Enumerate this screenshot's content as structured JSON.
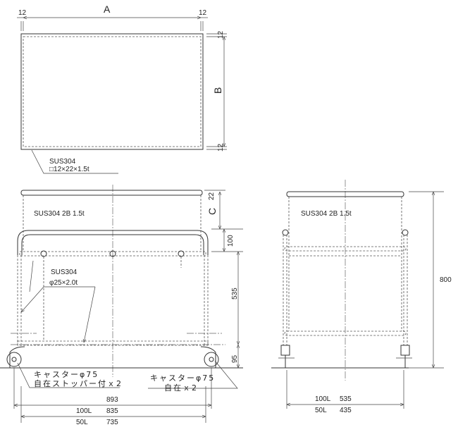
{
  "top_view": {
    "dim_a": "A",
    "dim_b": "B",
    "margin_left": "12",
    "margin_right": "12",
    "margin_top": "12",
    "margin_bottom": "12",
    "frame_material": "SUS304",
    "frame_spec": "□12×22×1.5t"
  },
  "front_view": {
    "body_material": "SUS304  2B  1.5t",
    "rim_dim": "22",
    "dim_c": "C",
    "dim_handle": "100",
    "dim_body": "535",
    "dim_caster": "95",
    "pipe_material": "SUS304",
    "pipe_spec": "φ25×2.0t",
    "caster_left_line1": "キャスターφ75",
    "caster_left_line2": "自在ストッパー付ｘ2",
    "caster_right_line1": "キャスターφ75",
    "caster_right_line2": "自在ｘ2",
    "overall_width": "893",
    "width_100l_label": "100L",
    "width_100l_value": "835",
    "width_50l_label": "50L",
    "width_50l_value": "735"
  },
  "side_view": {
    "body_material": "SUS304  2B  1.5t",
    "height": "800",
    "width_100l_label": "100L",
    "width_100l_value": "535",
    "width_50l_label": "50L",
    "width_50l_value": "435"
  }
}
